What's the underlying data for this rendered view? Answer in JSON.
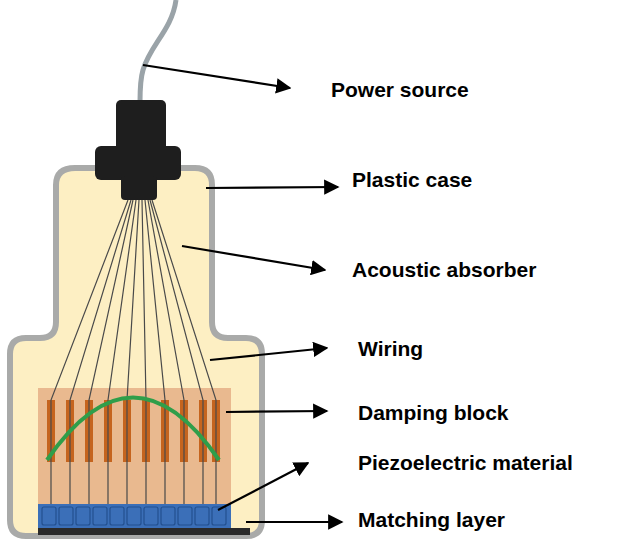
{
  "diagram": {
    "labels": [
      "Power source",
      "Plastic case",
      "Acoustic absorber",
      "Wiring",
      "Damping block",
      "Piezoelectric material",
      "Matching layer"
    ]
  }
}
